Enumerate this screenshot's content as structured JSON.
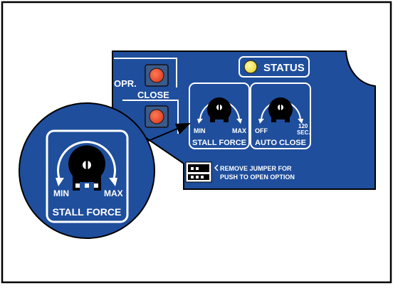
{
  "board": {
    "status_label": "STATUS",
    "opr_label": "OPR.",
    "close_label": "CLOSE"
  },
  "stall_force_pot": {
    "min_label": "MIN",
    "max_label": "MAX",
    "name": "STALL FORCE"
  },
  "auto_close_pot": {
    "min_label": "OFF",
    "max_label_line1": "120",
    "max_label_line2": "SEC.",
    "name": "AUTO CLOSE"
  },
  "jumper_note": {
    "line1": "REMOVE JUMPER FOR",
    "line2": "PUSH TO OPEN OPTION"
  },
  "magnified_pot": {
    "min_label": "MIN",
    "max_label": "MAX",
    "name": "STALL FORCE"
  },
  "colors": {
    "board_blue": "#1f4e9c",
    "button_red": "#e8442a",
    "led_yellow": "#f2e03a",
    "line_white": "#ffffff",
    "frame_black": "#000000"
  }
}
